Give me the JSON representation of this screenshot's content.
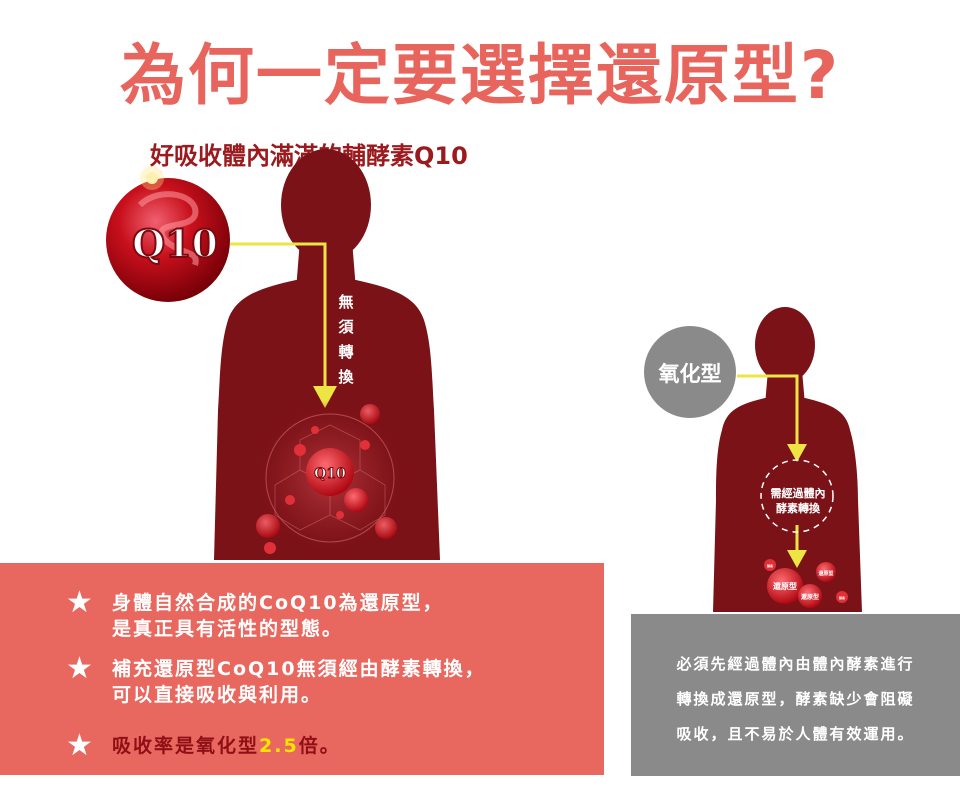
{
  "title": "為何一定要選擇還原型?",
  "subtitle": "好吸收體內滿滿的輔酵素Q10",
  "q10_badge": "Q10",
  "q10_small_badge": "Q10",
  "left_arrow_label": [
    "無",
    "須",
    "轉",
    "換"
  ],
  "oxidized_label": "氧化型",
  "enzyme_label": [
    "需經過體內",
    "酵素轉換"
  ],
  "molecule_labels": {
    "reduced_large": "還原型",
    "reduced_small_1": "還原型",
    "reduced_small_2": "還原型",
    "tiny_1": "酵素",
    "tiny_2": "酵素"
  },
  "bullets": [
    {
      "line1": "身體自然合成的CoQ10為還原型，",
      "line2": "是真正具有活性的型態。"
    },
    {
      "line1": "補充還原型CoQ10無須經由酵素轉換，",
      "line2": "可以直接吸收與利用。"
    },
    {
      "prefix": "吸收率是氧化型",
      "number": "2.5",
      "suffix": "倍。"
    }
  ],
  "gray_panel_lines": [
    "必須先經過體內由體內酵素進行",
    "轉換成還原型，酵素缺少會阻礙",
    "吸收，且不易於人體有效運用。"
  ],
  "colors": {
    "title": "#e8655d",
    "subtitle": "#9a1a1e",
    "body_silhouette": "#7b1218",
    "red_panel": "#e8685f",
    "gray_panel": "#8a8a8a",
    "arrow": "#ede543",
    "oxidized_circle": "#8a8a8a"
  }
}
